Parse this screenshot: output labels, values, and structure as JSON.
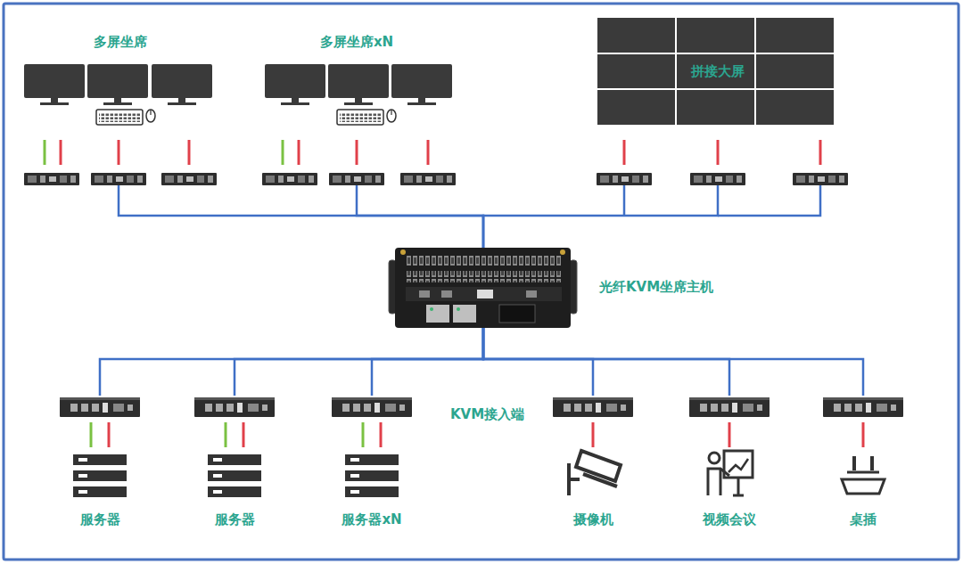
{
  "diagram": {
    "nodes": [
      {
        "text": [
          "多屏坐席"
        ]
      },
      {
        "text": [
          "多屏坐席xN"
        ]
      },
      {
        "text": [
          "拼接大屏"
        ]
      },
      {
        "text": [
          "光纤KVM坐席主机"
        ]
      },
      {
        "text": [
          "服务器"
        ]
      },
      {
        "text": [
          "服务器"
        ]
      },
      {
        "text": [
          "服务器xN"
        ]
      },
      {
        "text": [
          "摄像机"
        ]
      },
      {
        "text": [
          "视频会议"
        ]
      },
      {
        "text": [
          "桌插"
        ]
      }
    ],
    "edges": [
      {
        "from": 0,
        "to": 3,
        "arrow": "none"
      },
      {
        "from": 1,
        "to": 3,
        "arrow": "none"
      },
      {
        "from": 2,
        "to": 3,
        "arrow": "none"
      },
      {
        "from": 3,
        "to": 4,
        "arrow": "none"
      },
      {
        "from": 3,
        "to": 5,
        "arrow": "none"
      },
      {
        "from": 3,
        "to": 6,
        "arrow": "none"
      },
      {
        "from": 3,
        "to": 7,
        "arrow": "none"
      },
      {
        "from": 3,
        "to": 8,
        "arrow": "none"
      },
      {
        "from": 3,
        "to": 9,
        "arrow": "none"
      }
    ],
    "labels": [
      "KVM接入端"
    ]
  }
}
